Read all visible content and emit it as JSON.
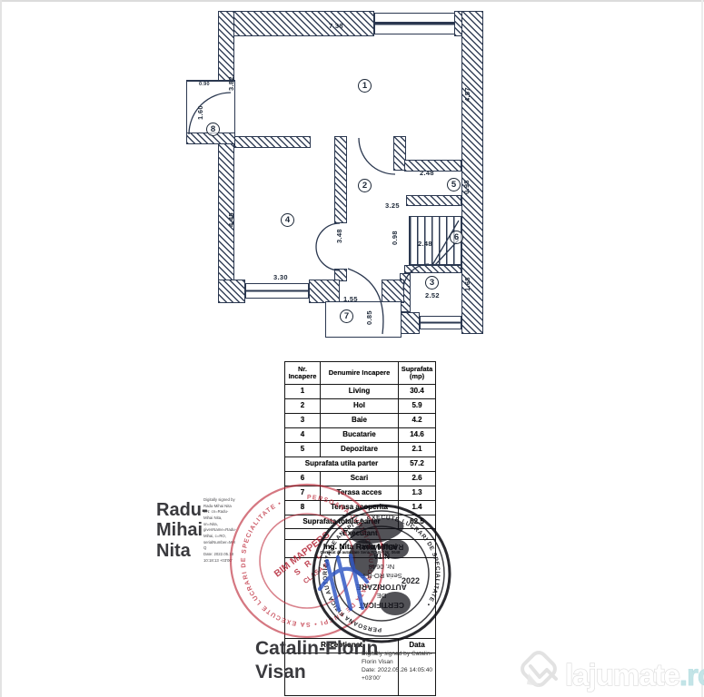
{
  "plan": {
    "room_numbers": [
      "1",
      "2",
      "3",
      "4",
      "5",
      "6",
      "7",
      "8"
    ],
    "dims": [
      "7.38",
      "3.82",
      "4.57",
      "0.90",
      "1.60",
      "3.25",
      "2.48",
      "0.98",
      "3.48",
      "4.45",
      "3.30",
      "2.48",
      "0.98",
      "1.55",
      "0.85",
      "2.52",
      "1.68"
    ]
  },
  "table": {
    "headers": {
      "col1": "Nr.\nIncapere",
      "col2": "Denumire Incapere",
      "col3": "Suprafata\n(mp)"
    },
    "rows": [
      {
        "nr": "1",
        "name": "Living",
        "area": "30.4"
      },
      {
        "nr": "2",
        "name": "Hol",
        "area": "5.9"
      },
      {
        "nr": "3",
        "name": "Baie",
        "area": "4.2"
      },
      {
        "nr": "4",
        "name": "Bucatarie",
        "area": "14.6"
      },
      {
        "nr": "5",
        "name": "Depozitare",
        "area": "2.1"
      }
    ],
    "subtotal": {
      "label": "Suprafata utila parter",
      "value": "57.2"
    },
    "rows2": [
      {
        "nr": "6",
        "name": "Scari",
        "area": "2.6"
      },
      {
        "nr": "7",
        "name": "Terasa acces",
        "area": "1.3"
      },
      {
        "nr": "8",
        "name": "Terasa acoperita",
        "area": "1.4"
      }
    ],
    "total": {
      "label": "Suprafata totala parter",
      "value": "62.5"
    },
    "executant": {
      "label": "Executant",
      "name": "Ing. Nita Radu Mihai",
      "cert": "Certificat de autorizare Seria RO-B-F Nr. 0648"
    },
    "reception": {
      "label": "Receptionat",
      "date_label": "Data"
    }
  },
  "signatures": {
    "radu": {
      "name": "Radu-\nMihai\nNita",
      "details": "Digitally signed by\nRadu-Mihai Nita\nDN: cn=Radu-\nMihai Nita,\nsn=Nita,\ngivenName=Radu-\nMihai, c=RO,\nserialNumber=MH\nQ\nDate: 2022.05.18\n10:18:13 +03'00'"
    },
    "catalin": {
      "name": "Catalin-Florin\nVisan",
      "details": "Digitally signed by Catalin-\nFlorin Visan\nDate: 2022.05.26 14:05:40\n+03'00'"
    }
  },
  "stamps": {
    "red": {
      "ring_text": "PERSOANA JURIDICA AUTORIZATA DE ANCPI • SA EXECUTE LUCRARI DE SPECIALITATE •",
      "line1": "BIM MAPPERS",
      "line2": "S R L",
      "line3": "CLASA III"
    },
    "black": {
      "ring_text": "PERSOANA FIZICA AUTORIZATA DE ANCPI SA EXECUTE LUCRARI DE SPECIALITATE •",
      "line1": "CERTIFICAT",
      "line2": "DE",
      "line3": "AUTORIZARE",
      "line4": "Seria RO-B-F",
      "line5": "Nr. 0648",
      "line6": "NITA",
      "line7": "RADU-MIHAI",
      "year": "2022"
    }
  },
  "watermark": {
    "name": "lajumate",
    "tld": ".ro"
  }
}
